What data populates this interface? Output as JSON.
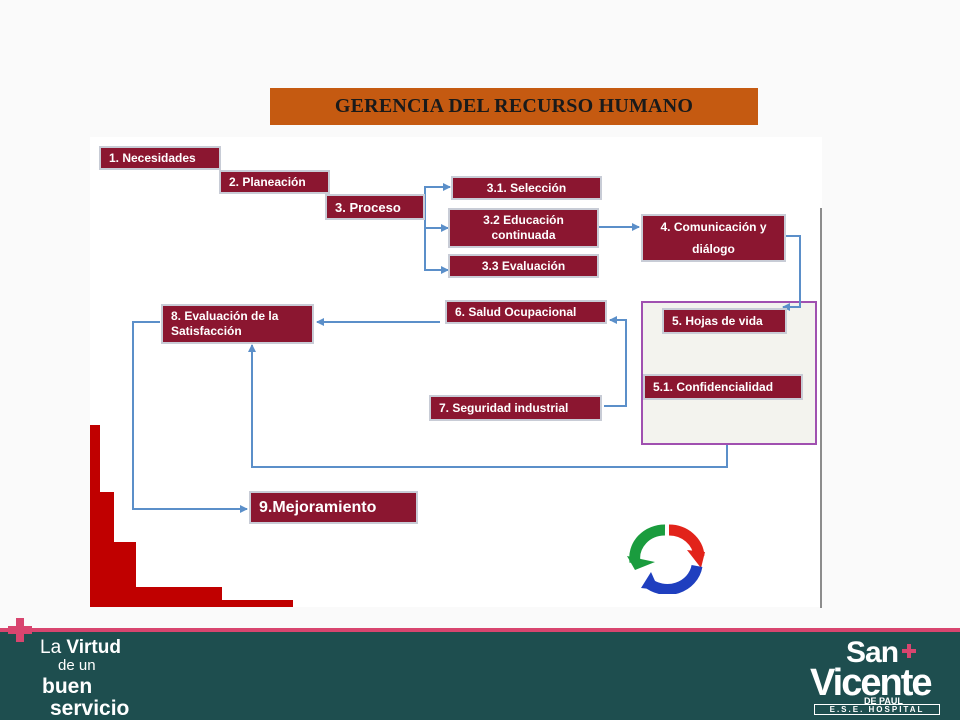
{
  "title": "GERENCIA DEL RECURSO HUMANO",
  "nodes": {
    "n1": "1. Necesidades",
    "n2": "2. Planeación",
    "n3": "3. Proceso",
    "n31": "3.1. Selección",
    "n32": "3.2 Educación continuada",
    "n33": "3.3 Evaluación",
    "n4": "4. Comunicación y diálogo",
    "n5": "5. Hojas de vida",
    "n51": "5.1. Confidencialidad",
    "n6": "6. Salud Ocupacional",
    "n7": "7. Seguridad industrial",
    "n8": "8. Evaluación de la Satisfacción",
    "n9": "9.Mejoramiento"
  },
  "footer": {
    "slogan_prefix": "La ",
    "slogan_bold": "Virtud",
    "slogan_line2": "de un",
    "slogan_line3": "buen",
    "slogan_line4": "servicio",
    "logo_san": "San",
    "logo_vicente": "Vicente",
    "logo_depaul": "DE PAUL",
    "logo_ese": "E.S.E. HOSPITAL"
  },
  "colors": {
    "node_fill": "#8b1630",
    "title_bg": "#c55a11",
    "footer_bg": "#1e4e4f",
    "accent_pink": "#d8456f",
    "arrow": "#5b8fc9"
  },
  "icons": [
    "cycle-arrows-icon",
    "plus-icon"
  ]
}
